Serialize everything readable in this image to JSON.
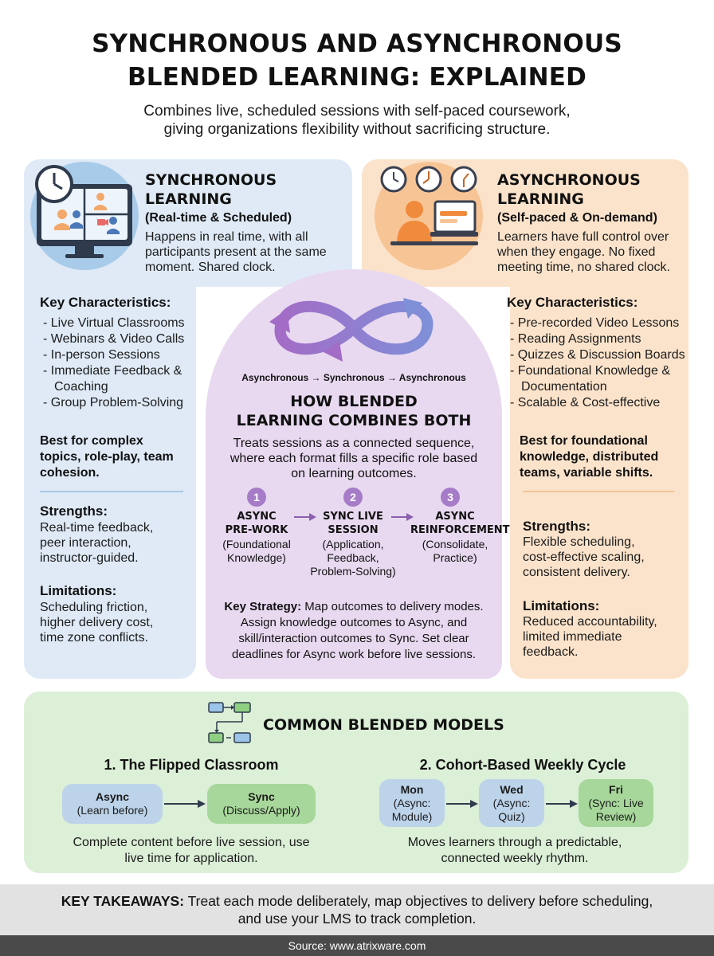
{
  "header": {
    "title_line1": "SYNCHRONOUS AND ASYNCHRONOUS",
    "title_line2": "BLENDED LEARNING: EXPLAINED",
    "subtitle_line1": "Combines live, scheduled sessions with self-paced coursework,",
    "subtitle_line2": "giving organizations flexibility without sacrificing structure."
  },
  "sync": {
    "title_line1": "SYNCHRONOUS",
    "title_line2": "LEARNING",
    "tagline": "(Real-time & Scheduled)",
    "desc_line1": "Happens in real time, with all",
    "desc_line2": "participants present at the same",
    "desc_line3": "moment. Shared clock.",
    "key_heading": "Key Characteristics:",
    "items": [
      "Live Virtual Classrooms",
      "Webinars & Video Calls",
      "In-person Sessions",
      "Immediate Feedback & Coaching",
      "Group Problem-Solving"
    ],
    "best_line1": "Best for complex",
    "best_line2": "topics, role-play, team",
    "best_line3": "cohesion.",
    "strengths_heading": "Strengths:",
    "strengths_line1": "Real-time feedback,",
    "strengths_line2": "peer interaction,",
    "strengths_line3": "instructor-guided.",
    "limits_heading": "Limitations:",
    "limits_line1": "Scheduling friction,",
    "limits_line2": "higher delivery cost,",
    "limits_line3": "time zone conflicts."
  },
  "async": {
    "title_line1": "ASYNCHRONOUS",
    "title_line2": "LEARNING",
    "tagline": "(Self-paced & On-demand)",
    "desc_line1": "Learners have full control over",
    "desc_line2": "when they engage. No fixed",
    "desc_line3": "meeting time, no shared clock.",
    "key_heading": "Key Characteristics:",
    "items": [
      "Pre-recorded Video Lessons",
      "Reading Assignments",
      "Quizzes & Discussion Boards",
      "Foundational Knowledge & Documentation",
      "Scalable & Cost-effective"
    ],
    "best_line1": "Best for foundational",
    "best_line2": "knowledge, distributed",
    "best_line3": "teams, variable shifts.",
    "strengths_heading": "Strengths:",
    "strengths_line1": "Flexible scheduling,",
    "strengths_line2": "cost-effective scaling,",
    "strengths_line3": "consistent delivery.",
    "limits_heading": "Limitations:",
    "limits_line1": "Reduced accountability,",
    "limits_line2": "limited immediate",
    "limits_line3": "feedback."
  },
  "center": {
    "flow": "Asynchronous → Synchronous → Asynchronous",
    "heading_line1": "HOW BLENDED",
    "heading_line2": "LEARNING COMBINES BOTH",
    "desc_line1": "Treats sessions as a connected sequence,",
    "desc_line2": "where each format fills a specific role based",
    "desc_line3": "on learning outcomes.",
    "steps": [
      {
        "num": "1",
        "title_line1": "ASYNC",
        "title_line2": "PRE-WORK",
        "sub_line1": "(Foundational",
        "sub_line2": "Knowledge)",
        "sub_line3": ""
      },
      {
        "num": "2",
        "title_line1": "SYNC LIVE",
        "title_line2": "SESSION",
        "sub_line1": "(Application,",
        "sub_line2": "Feedback,",
        "sub_line3": "Problem-Solving)"
      },
      {
        "num": "3",
        "title_line1": "ASYNC",
        "title_line2": "REINFORCEMENT",
        "sub_line1": "(Consolidate,",
        "sub_line2": "Practice)",
        "sub_line3": ""
      }
    ],
    "strategy_label": "Key Strategy:",
    "strategy_line1": " Map outcomes to delivery modes.",
    "strategy_line2": "Assign knowledge outcomes to Async, and",
    "strategy_line3": "skill/interaction outcomes to Sync. Set clear",
    "strategy_line4": "deadlines for Async work before live sessions."
  },
  "models": {
    "heading": "COMMON BLENDED MODELS",
    "flipped": {
      "title": "1. The Flipped Classroom",
      "a_label": "Async",
      "a_sub": "(Learn before)",
      "b_label": "Sync",
      "b_sub": "(Discuss/Apply)",
      "desc_line1": "Complete content before live session, use",
      "desc_line2": "live time for application."
    },
    "cohort": {
      "title": "2. Cohort-Based Weekly Cycle",
      "mon_label": "Mon",
      "mon_line1": "(Async:",
      "mon_line2": "Module)",
      "wed_label": "Wed",
      "wed_line1": "(Async:",
      "wed_line2": "Quiz)",
      "fri_label": "Fri",
      "fri_line1": "(Sync: Live",
      "fri_line2": "Review)",
      "desc_line1": "Moves learners through a predictable,",
      "desc_line2": "connected weekly rhythm."
    }
  },
  "takeaways": {
    "label": "KEY TAKEAWAYS:",
    "line1": " Treat each mode deliberately, map objectives to delivery before scheduling,",
    "line2": "and use your LMS to track completion."
  },
  "footer": {
    "source": "Source: www.atrixware.com"
  },
  "colors": {
    "sync_bg": "#dfeaf6",
    "async_bg": "#fbe3cb",
    "center_bg": "#e8d9f0",
    "models_bg": "#dcefd7",
    "accent_purple": "#a67cc8"
  }
}
